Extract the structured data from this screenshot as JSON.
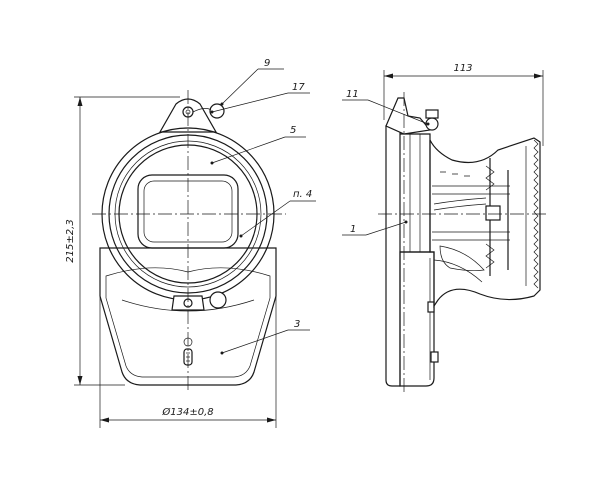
{
  "callouts": {
    "c9": "9",
    "c17": "17",
    "c5": "5",
    "cp4": "п. 4",
    "c3": "3",
    "c11": "11",
    "c1": "1"
  },
  "dimensions": {
    "height": "215±2,3",
    "diameter": "Ø134±0,8",
    "depth": "113"
  }
}
